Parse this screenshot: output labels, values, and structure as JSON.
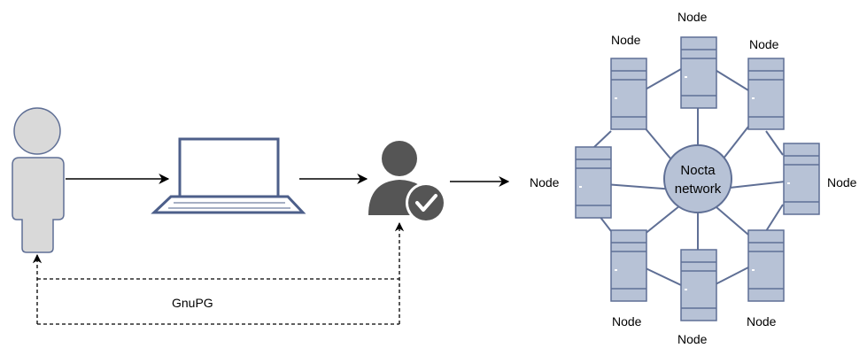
{
  "diagram": {
    "hub": {
      "line1": "Nocta",
      "line2": "network"
    },
    "protocol_label": "GnuPG",
    "nodes": [
      {
        "label": "Node"
      },
      {
        "label": "Node"
      },
      {
        "label": "Node"
      },
      {
        "label": "Node"
      },
      {
        "label": "Node"
      },
      {
        "label": "Node"
      },
      {
        "label": "Node"
      },
      {
        "label": "Node"
      }
    ]
  },
  "colors": {
    "node_fill": "#b7c2d6",
    "node_stroke": "#5f6f95",
    "person_fill": "#d9d9d9",
    "person_stroke": "#5f6f95",
    "laptop": "#4d5f8a",
    "verified_user": "#555555"
  },
  "icons": {
    "person": "person-icon",
    "laptop": "laptop-icon",
    "verified_user": "verified-user-icon",
    "server": "server-icon"
  }
}
